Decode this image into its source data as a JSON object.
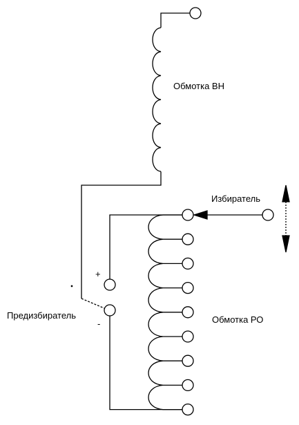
{
  "labels": {
    "hv_winding": "Обмотка ВН",
    "selector": "Избиратель",
    "pre_selector": "Предизбиратель",
    "ro_winding": "Обмотка РО",
    "plus": "+",
    "minus": "-"
  },
  "diagram": {
    "hv_winding_loops": 6,
    "ro_winding_loops": 8,
    "ro_taps": 9
  },
  "colors": {
    "line": "#000000",
    "background": "#ffffff"
  }
}
